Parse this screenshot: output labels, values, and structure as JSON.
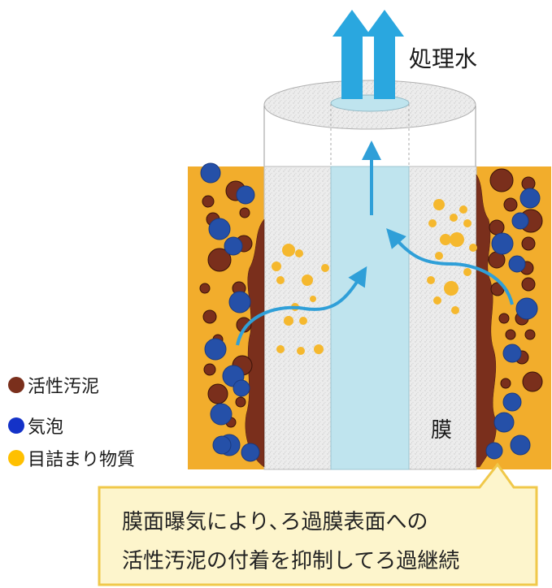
{
  "labels": {
    "treated_water": "処理水",
    "membrane": "膜"
  },
  "legend": [
    {
      "label": "活性汚泥",
      "color": "#7a2f1c",
      "icon": "sludge-dot"
    },
    {
      "label": "気泡",
      "color": "#1432c8",
      "icon": "bubble-dot"
    },
    {
      "label": "目詰まり物質",
      "color": "#ffc000",
      "icon": "clog-dot"
    }
  ],
  "callout": {
    "line1": "膜面曝気により､ろ過膜表面への",
    "line2": "活性汚泥の付着を抑制してろ過継続"
  },
  "colors": {
    "tank": "#f2ad2c",
    "sludge": "#7a2f1c",
    "bubble": "#2550a8",
    "clog": "#f5b82e",
    "permeate": "#bfe4ee",
    "membrane": "#ececec",
    "arrow": "#2f9fd8",
    "callout_bg": "#fdf5cc",
    "callout_border": "#f0c84a"
  }
}
